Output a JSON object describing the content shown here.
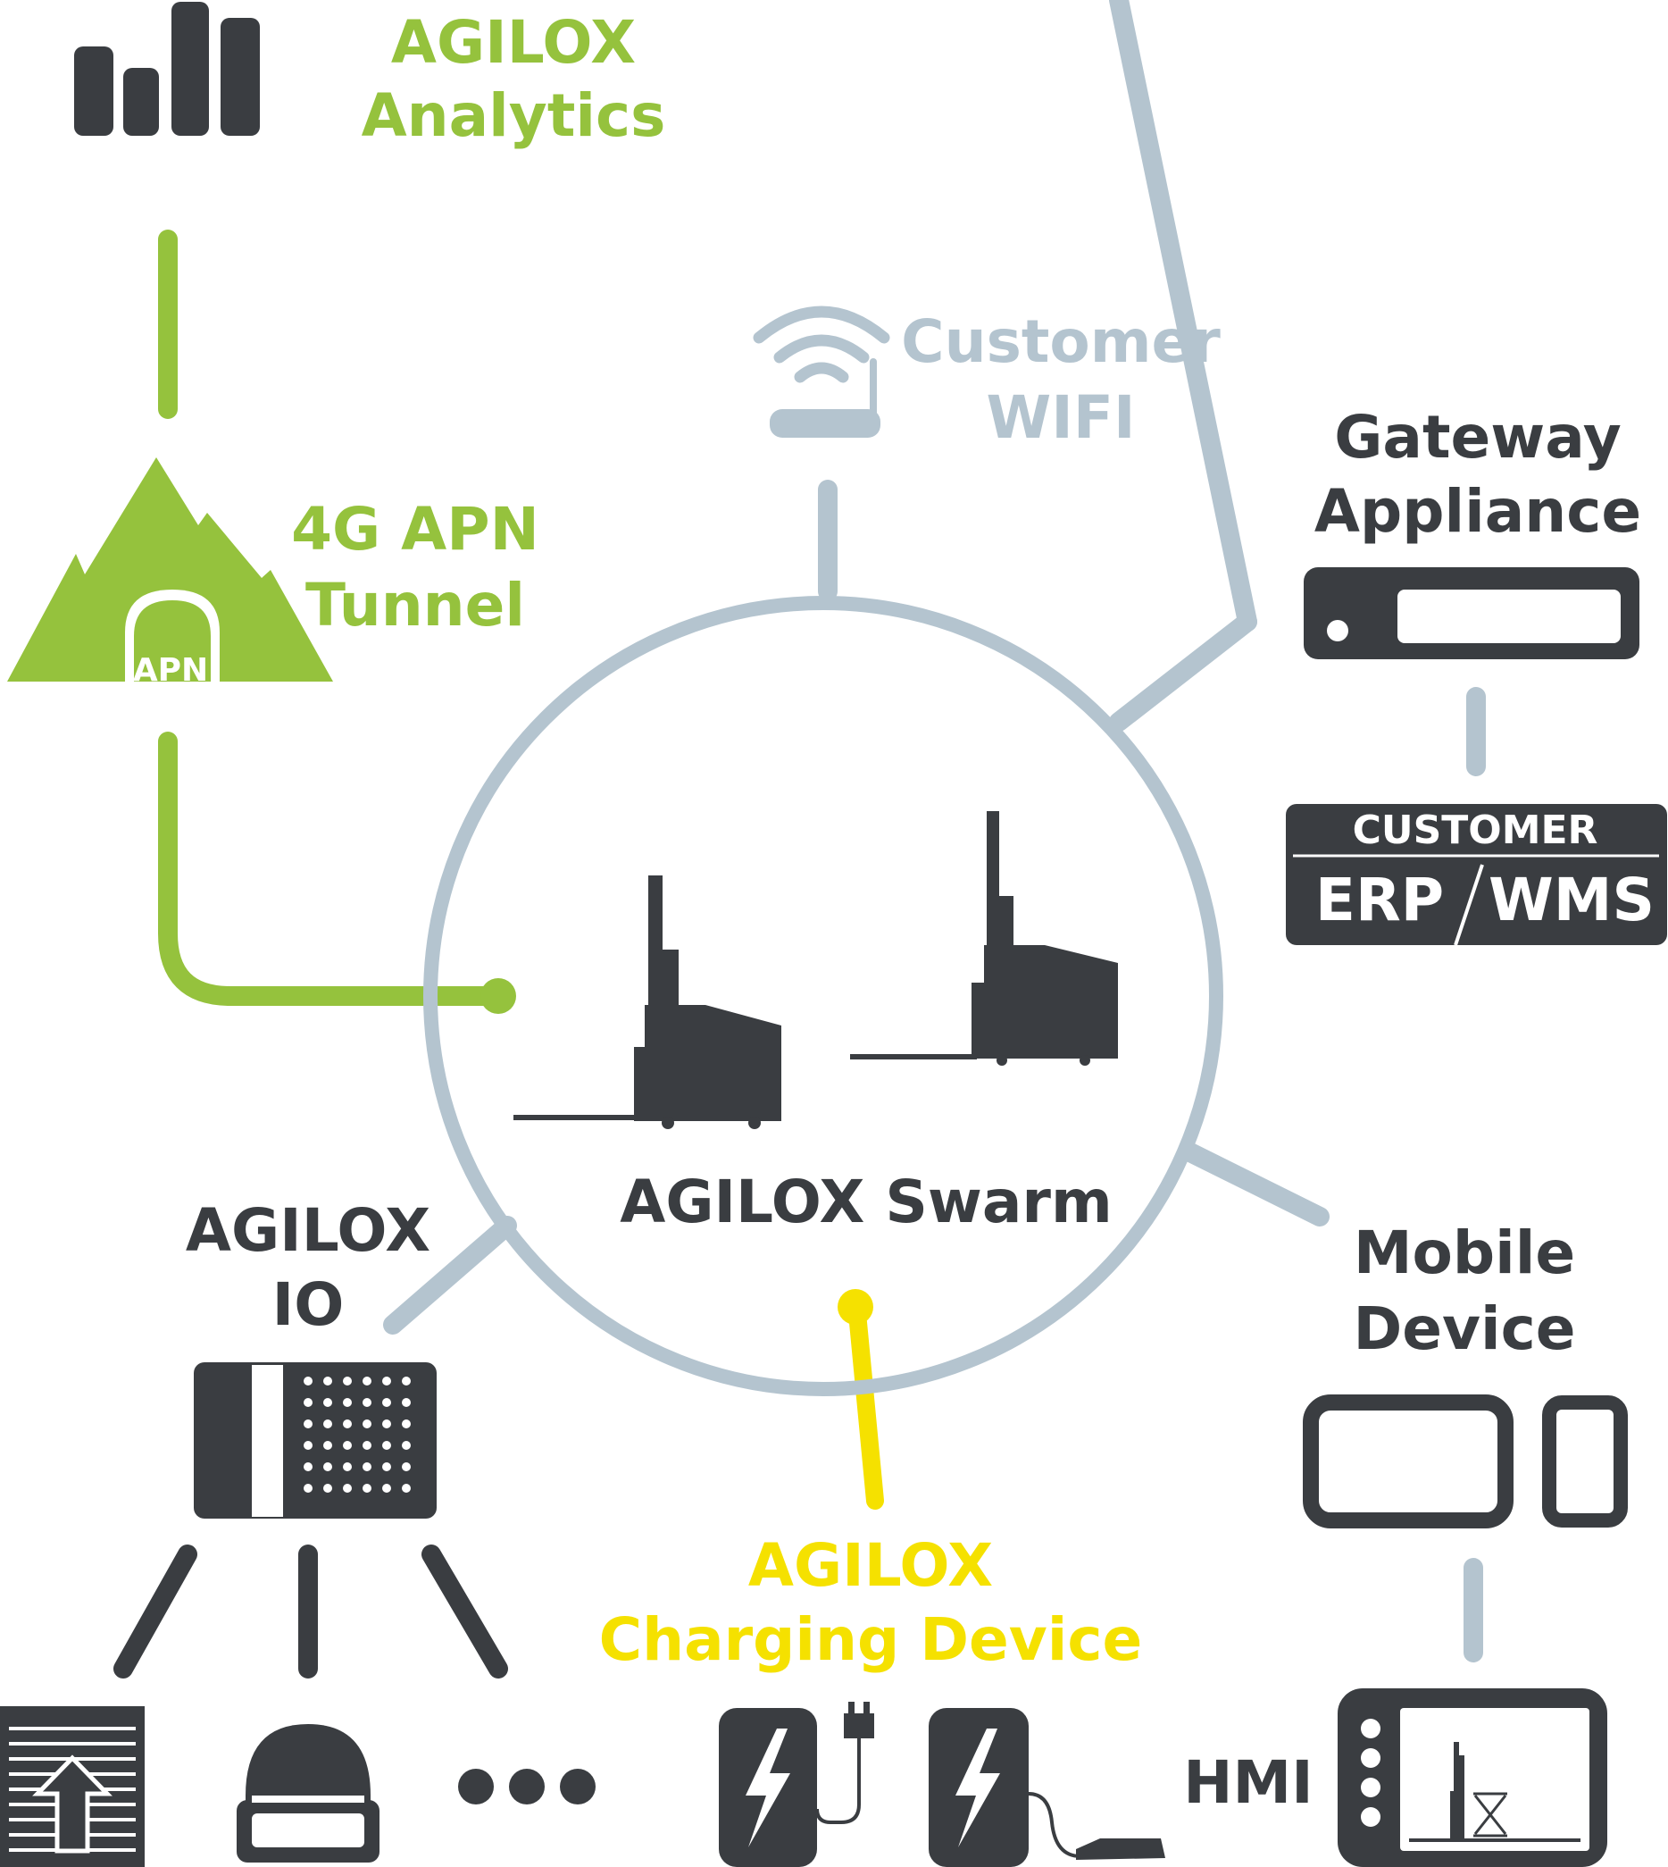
{
  "colors": {
    "green": "#95c23d",
    "dark": "#3a3d41",
    "grey": "#b4c4cf",
    "yellow": "#f5e100"
  },
  "analytics": {
    "line1": "AGILOX",
    "line2": "Analytics",
    "icon": "bar-chart-icon"
  },
  "tunnel": {
    "line1": "4G APN",
    "line2": "Tunnel",
    "badge": "APN",
    "icon": "mountain-tunnel-icon"
  },
  "wifi": {
    "line1": "Customer",
    "line2": "WIFI",
    "icon": "wifi-router-icon"
  },
  "gateway": {
    "line1": "Gateway",
    "line2": "Appliance",
    "icon": "gateway-appliance-icon"
  },
  "customer_system": {
    "header": "CUSTOMER",
    "left": "ERP",
    "right": "WMS"
  },
  "swarm": {
    "label": "AGILOX Swarm",
    "icon": "forklift-icon"
  },
  "io": {
    "line1": "AGILOX",
    "line2": "IO",
    "icon": "io-module-icon"
  },
  "mobile": {
    "line1": "Mobile",
    "line2": "Device",
    "icon": "tablet-phone-icon"
  },
  "charging": {
    "line1": "AGILOX",
    "line2": "Charging Device",
    "icon": "charging-station-icon"
  },
  "hmi": {
    "label": "HMI",
    "icon": "hmi-panel-icon"
  }
}
